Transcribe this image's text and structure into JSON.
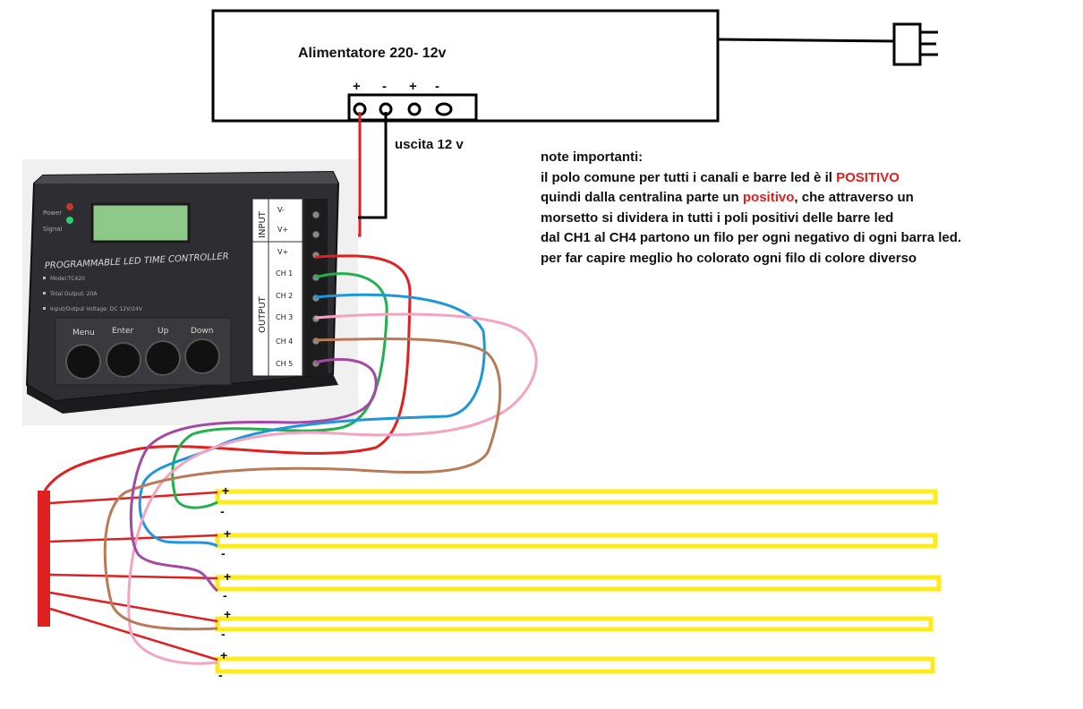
{
  "power_supply": {
    "title": "Alimentatore 220- 12v",
    "terminal_signs": [
      "+",
      "-",
      "+",
      "-"
    ],
    "output_label": "uscita 12 v"
  },
  "notes": {
    "heading": "note importanti:",
    "line1_before": "il polo comune per tutti i canali e barre led è il ",
    "line1_highlight": "POSITIVO",
    "line2_before": "quindi dalla centralina parte un ",
    "line2_highlight": "positivo",
    "line2_after": ", che attraverso un",
    "line3": "morsetto si dividera in tutti i poli positivi delle barre led",
    "line4": "dal CH1 al CH4 partono un filo per ogni negativo di ogni barra led.",
    "line5": "per far capire meglio ho colorato ogni filo di colore diverso",
    "highlight_color": "#e02020"
  },
  "controller": {
    "title": "PROGRAMMABLE LED TIME CONTROLLER",
    "indicators": [
      "Power",
      "Signal"
    ],
    "specs": [
      "Model:TC420",
      "Total Output: 20A",
      "Input/Output Voltage: DC 12V/24V"
    ],
    "buttons": [
      "Menu",
      "Enter",
      "Up",
      "Down"
    ],
    "input_label": "INPUT",
    "output_label": "OUTPUT",
    "input_terminals": [
      "V-",
      "V+"
    ],
    "output_terminals": [
      "V+",
      "CH 1",
      "CH 2",
      "CH 3",
      "CH 4",
      "CH 5"
    ]
  },
  "led_bars": [
    {
      "plus": "+",
      "minus": "-"
    },
    {
      "plus": "+",
      "minus": "-"
    },
    {
      "plus": "+",
      "minus": "-"
    },
    {
      "plus": "+",
      "minus": "-"
    },
    {
      "plus": "+",
      "minus": "-"
    }
  ],
  "colors": {
    "red_wire": "#e02020",
    "black_wire": "#000000",
    "green_wire": "#22b04c",
    "blue_wire": "#1e96dc",
    "pink_wire": "#f4a3c0",
    "brown_wire": "#b97a57",
    "purple_wire": "#a349a4",
    "led_bar": "#ffeb1a",
    "controller_body": "#2e2e32"
  }
}
